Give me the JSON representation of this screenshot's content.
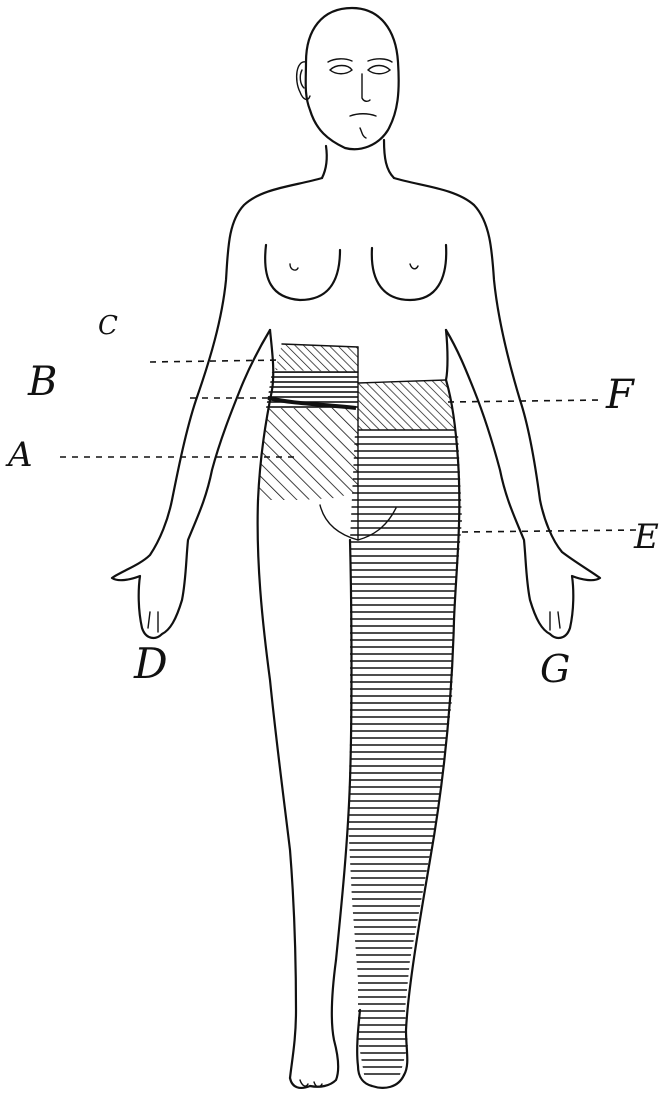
{
  "labels": {
    "A": "A",
    "B": "B",
    "C": "C",
    "D": "D",
    "E": "E",
    "F": "F",
    "G": "G"
  },
  "colors": {
    "ink": "#111111",
    "paper": "#ffffff"
  }
}
